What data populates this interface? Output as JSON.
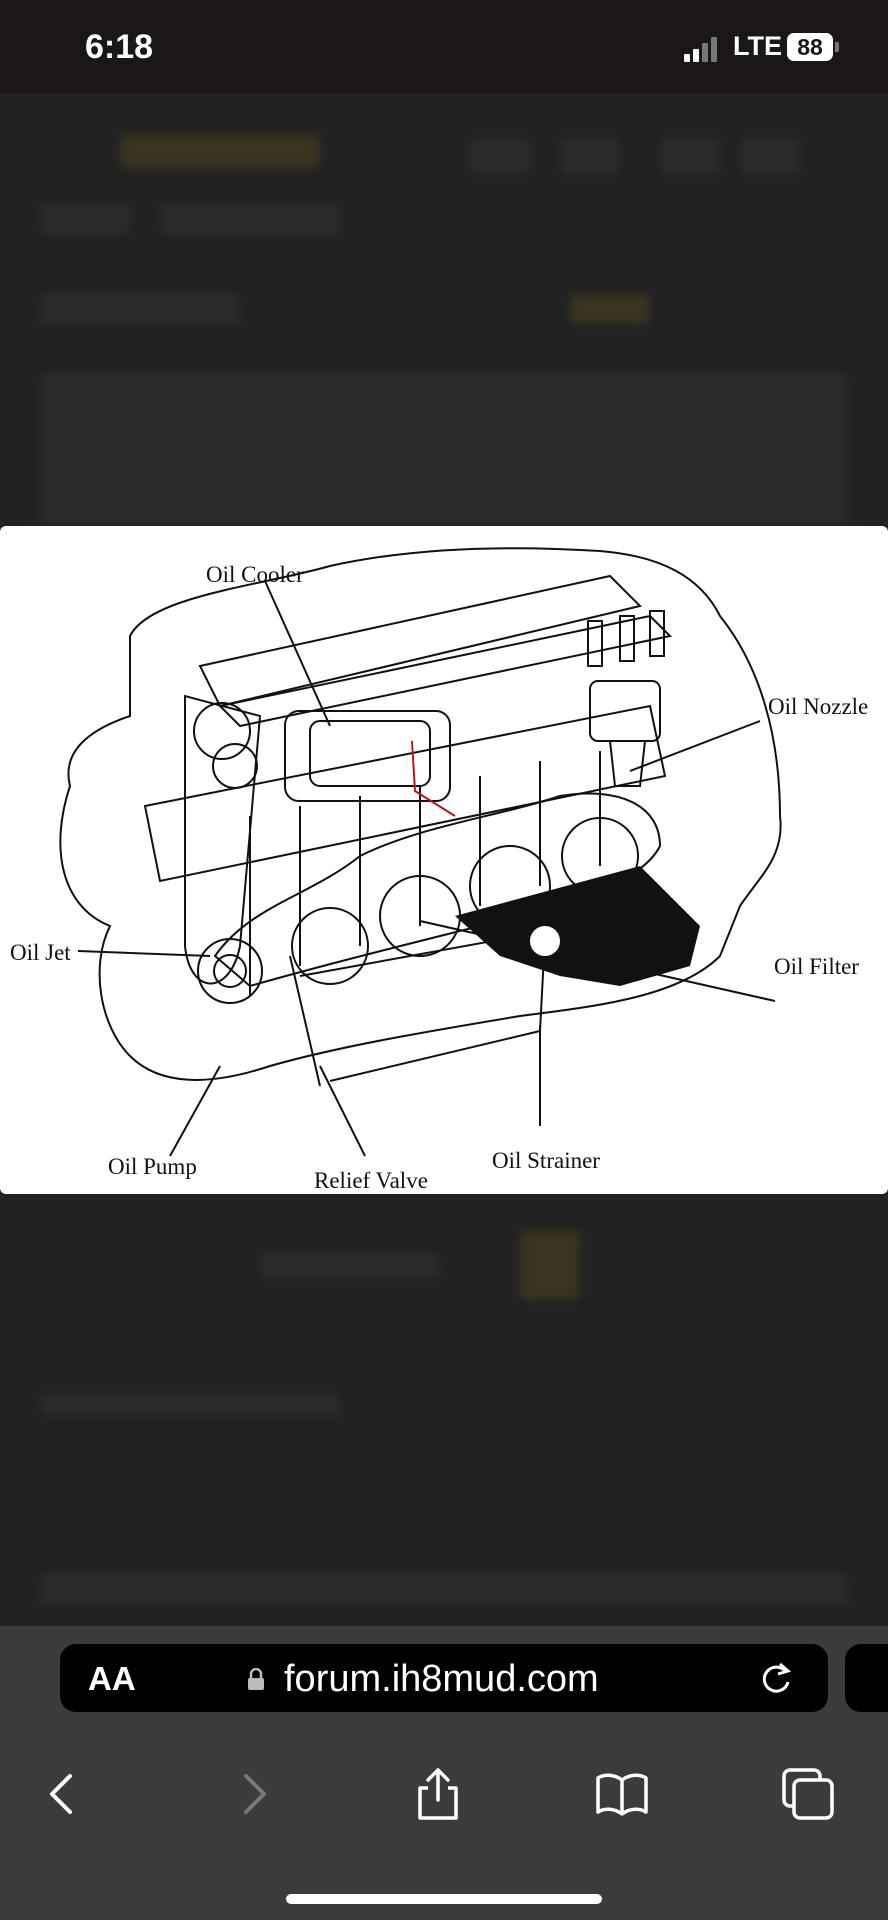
{
  "status_bar": {
    "time": "6:18",
    "network": "LTE",
    "battery": "88"
  },
  "diagram": {
    "labels": {
      "oil_cooler": "Oil Cooler",
      "oil_nozzle": "Oil Nozzle",
      "oil_jet": "Oil Jet",
      "oil_filter": "Oil Filter",
      "oil_pump": "Oil Pump",
      "relief_valve": "Relief Valve",
      "oil_strainer": "Oil Strainer"
    }
  },
  "browser": {
    "text_size_label": "AA",
    "url": "forum.ih8mud.com"
  },
  "icons": [
    "signal-icon",
    "lock-icon",
    "reload-icon",
    "back-icon",
    "forward-icon",
    "share-icon",
    "bookmarks-icon",
    "tabs-icon"
  ]
}
